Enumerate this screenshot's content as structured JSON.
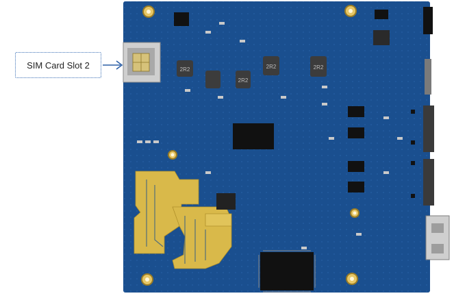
{
  "callout": {
    "label": "SIM Card Slot 2",
    "border_color": "#3a6fb5",
    "arrow_color": "#2c5fa6"
  },
  "board": {
    "pcb_color": "#1a4f8f",
    "pad_color": "#d9b94a",
    "chip_color": "#111111",
    "inductor_labels": [
      "2R2",
      "2R2",
      "2R2",
      "2R2"
    ]
  }
}
